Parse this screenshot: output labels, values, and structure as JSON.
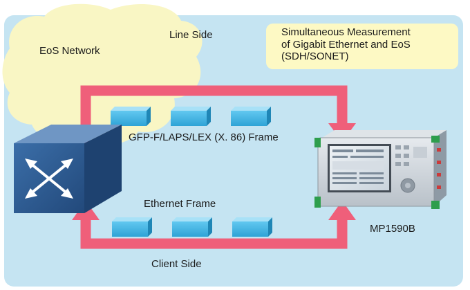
{
  "labels": {
    "eos_network": "EoS Network",
    "line_side": "Line Side",
    "client_side": "Client Side",
    "gfp_frame": "GFP-F/LAPS/LEX (X. 86) Frame",
    "ethernet_frame": "Ethernet Frame",
    "instrument": "MP1590B"
  },
  "note": {
    "line1": "Simultaneous Measurement",
    "line2": "of Gigabit Ethernet and EoS",
    "line3": "(SDH/SONET)"
  },
  "colors": {
    "background_panel": "#c5e4f2",
    "cloud": "#f9f6c4",
    "arrow": "#ef5f7a",
    "frame_block": "#47b8e6",
    "switch_cube": "#2f5f95",
    "note_box": "#fdf9c4"
  },
  "icons": {
    "switch": "network-switch-cube",
    "instrument": "test-instrument",
    "frames": "data-frame-block"
  }
}
